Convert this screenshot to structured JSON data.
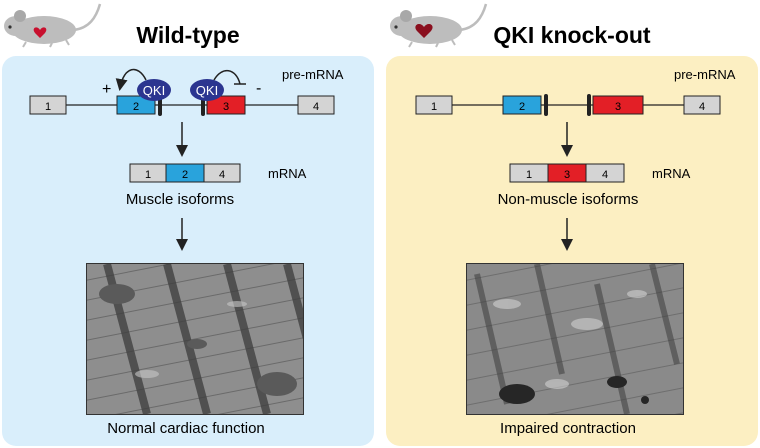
{
  "wildtype": {
    "title": "Wild-type",
    "pre_mrna_label": "pre-mRNA",
    "mrna_label": "mRNA",
    "isoform_label": "Muscle isoforms",
    "outcome_label": "Normal cardiac function",
    "pre_exons": [
      "1",
      "2",
      "3",
      "4"
    ],
    "mrna_exons": [
      "1",
      "2",
      "4"
    ],
    "protein_label": "QKI",
    "plus_sign": "+",
    "minus_sign": "-"
  },
  "knockout": {
    "title": "QKI knock-out",
    "pre_mrna_label": "pre-mRNA",
    "mrna_label": "mRNA",
    "isoform_label": "Non-muscle isoforms",
    "outcome_label": "Impaired contraction",
    "pre_exons": [
      "1",
      "2",
      "3",
      "4"
    ],
    "mrna_exons": [
      "1",
      "3",
      "4"
    ]
  },
  "colors": {
    "left_panel": "#d9eefb",
    "right_panel": "#fcefc2",
    "exon_gray": "#d4d4d4",
    "exon_blue": "#29a3dc",
    "exon_red": "#e31f26",
    "qki": "#2b3590",
    "mouse": "#bdbdbd",
    "heart": "#c8102e"
  }
}
